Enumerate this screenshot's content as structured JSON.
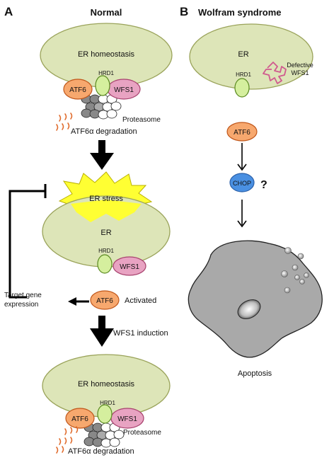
{
  "panel_a": {
    "letter": "A",
    "title": "Normal",
    "top": {
      "cell_label": "ER homeostasis",
      "hrd1": "HRD1",
      "atf6": "ATF6",
      "wfs1": "WFS1",
      "proteasome": "Proteasome",
      "degradation": "ATF6α degradation"
    },
    "middle": {
      "stress": "ER stress",
      "cell_label": "ER",
      "hrd1": "HRD1",
      "wfs1": "WFS1",
      "atf6": "ATF6",
      "activated": "Activated",
      "target_line1": "Target gene",
      "target_line2": "expression",
      "induction": "WFS1 induction"
    },
    "bottom": {
      "cell_label": "ER homeostasis",
      "hrd1": "HRD1",
      "atf6": "ATF6",
      "wfs1": "WFS1",
      "proteasome": "Proteasome",
      "degradation": "ATF6α degradation"
    }
  },
  "panel_b": {
    "letter": "B",
    "title": "Wolfram syndrome",
    "cell_label": "ER",
    "hrd1": "HRD1",
    "defective_line1": "Defective",
    "defective_line2": "WFS1",
    "atf6": "ATF6",
    "chop": "CHOP",
    "question": "?",
    "apoptosis": "Apoptosis"
  },
  "colors": {
    "er_fill": "#dde5b8",
    "er_stroke": "#9aa35a",
    "hrd1_fill": "#d5ef9e",
    "hrd1_stroke": "#5a8a20",
    "atf6_fill": "#f7a86e",
    "atf6_stroke": "#c0561a",
    "wfs1_fill": "#e8a3c2",
    "wfs1_stroke": "#a8426e",
    "chop_fill": "#4a90e2",
    "stress_fill": "#ffff33",
    "cell_fill": "#a9a9a9",
    "degradation_marks": "#e06a2a"
  }
}
